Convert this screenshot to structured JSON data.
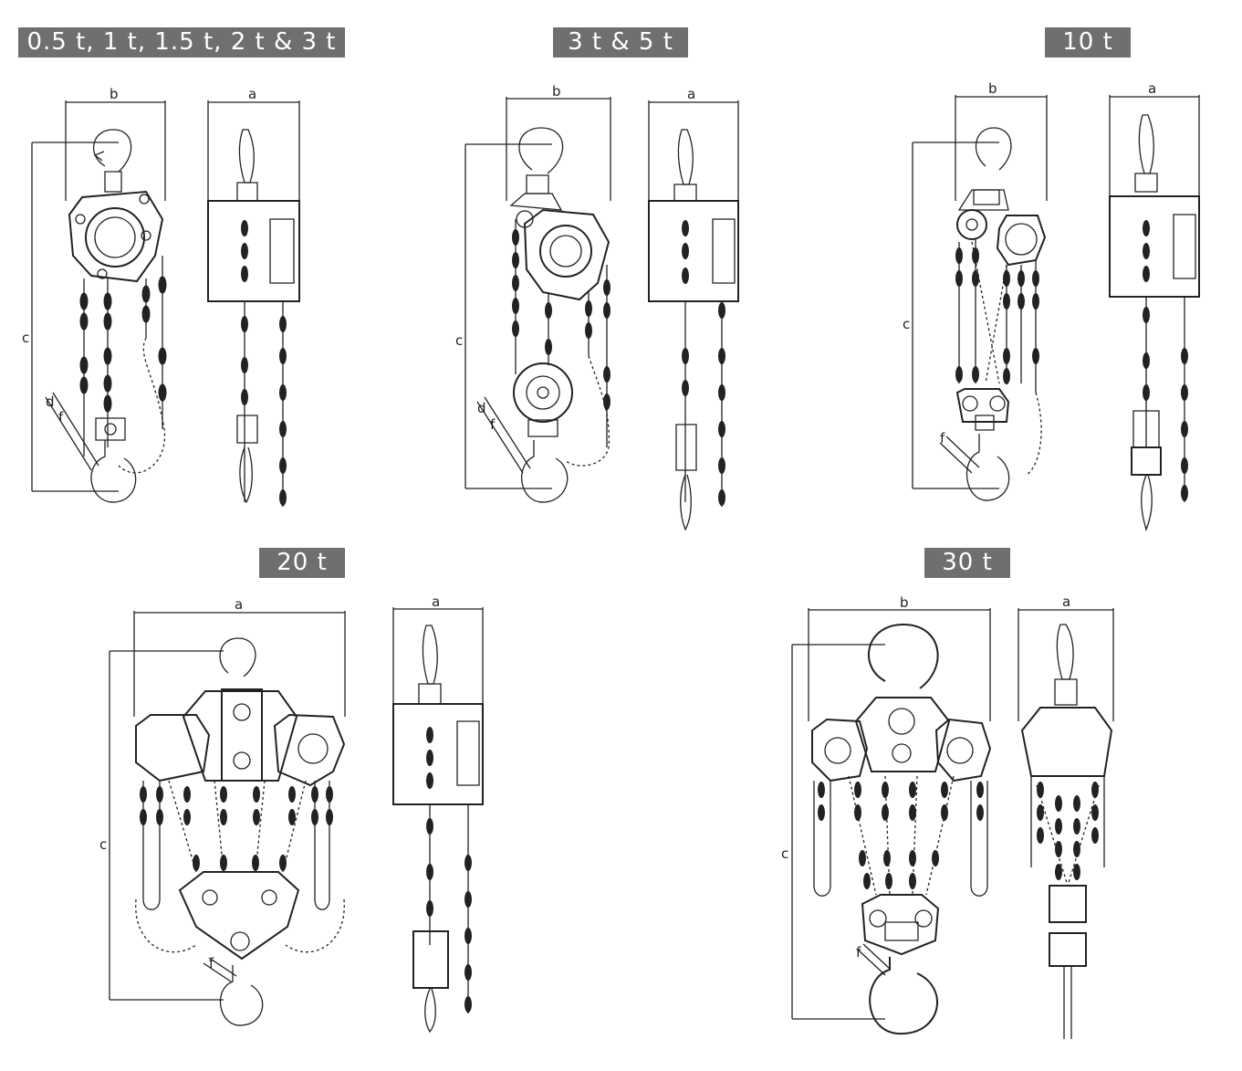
{
  "groups": [
    {
      "label": "0.5 t, 1 t, 1.5 t, 2 t & 3 t",
      "front_labels": [
        "b",
        "c",
        "d",
        "f"
      ],
      "side_labels": [
        "a"
      ]
    },
    {
      "label": "3 t & 5 t",
      "front_labels": [
        "b",
        "c",
        "d",
        "f"
      ],
      "side_labels": [
        "a"
      ]
    },
    {
      "label": "10 t",
      "front_labels": [
        "b",
        "c",
        "f"
      ],
      "side_labels": [
        "a"
      ]
    },
    {
      "label": "20 t",
      "front_labels": [
        "a",
        "c",
        "f"
      ],
      "side_labels": [
        "a"
      ]
    },
    {
      "label": "30 t",
      "front_labels": [
        "b",
        "c",
        "f"
      ],
      "side_labels": [
        "a"
      ]
    }
  ],
  "colors": {
    "badge_bg": "#6f6f6f",
    "badge_text": "#ffffff",
    "line": "#222222",
    "background": "#ffffff"
  }
}
